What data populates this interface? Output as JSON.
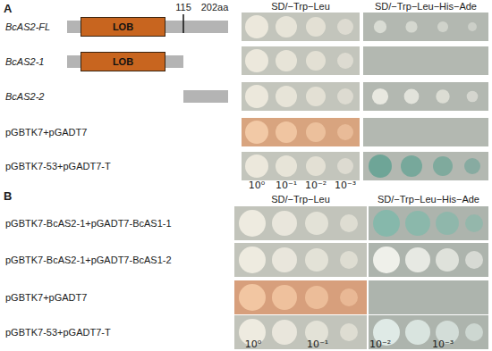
{
  "diagram": {
    "nodes": [
      {
        "text": [
          "LOB"
        ]
      },
      {
        "text": [
          "LOB"
        ]
      }
    ],
    "labels": [
      "A",
      "BcAS2-FL",
      "115",
      "202aa",
      "BcAS2-1",
      "BcAS2-2",
      "pGBTK7+pGADT7",
      "pGBTK7-53+pGADT7-T",
      "SD/−Trp−Leu",
      "SD/−Trp−Leu−His−Ade",
      "10⁰",
      "10⁻¹",
      "10⁻²",
      "10⁻³",
      "B",
      "SD/−Trp−Leu",
      "SD/−Trp−Leu−His−Ade",
      "pGBTK7-BcAS2-1+pGADT7-BcAS1-1",
      "pGBTK7-BcAS2-1+pGADT7-BcAS1-2",
      "pGBTK7+pGADT7",
      "pGBTK7-53+pGADT7-T",
      "10⁰",
      "10⁻¹",
      "10⁻²",
      "10⁻³"
    ]
  }
}
